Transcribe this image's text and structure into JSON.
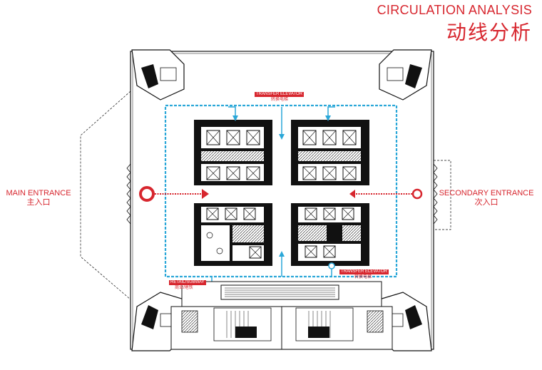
{
  "header": {
    "title_en": "CIRCULATION ANALYSIS",
    "title_cn": "动线分析"
  },
  "entrances": {
    "main_en": "MAIN ENTRANCE",
    "main_cn": "主入口",
    "secondary_en": "SECONDARY ENTRANCE",
    "secondary_cn": "次入口"
  },
  "tags": {
    "transfer_top_en": "TRANSFER ELEVATOR",
    "transfer_top_cn": "转换电梯",
    "transfer_bottom_en": "TRANSFER ELEVATOR",
    "transfer_bottom_cn": "转换电梯",
    "retail_en": "RETAIL/SUBWAY",
    "retail_cn": "商业/地铁"
  },
  "colors": {
    "accent_red": "#d7262e",
    "loop_blue": "#2aa7d8",
    "wall_black": "#111111"
  }
}
